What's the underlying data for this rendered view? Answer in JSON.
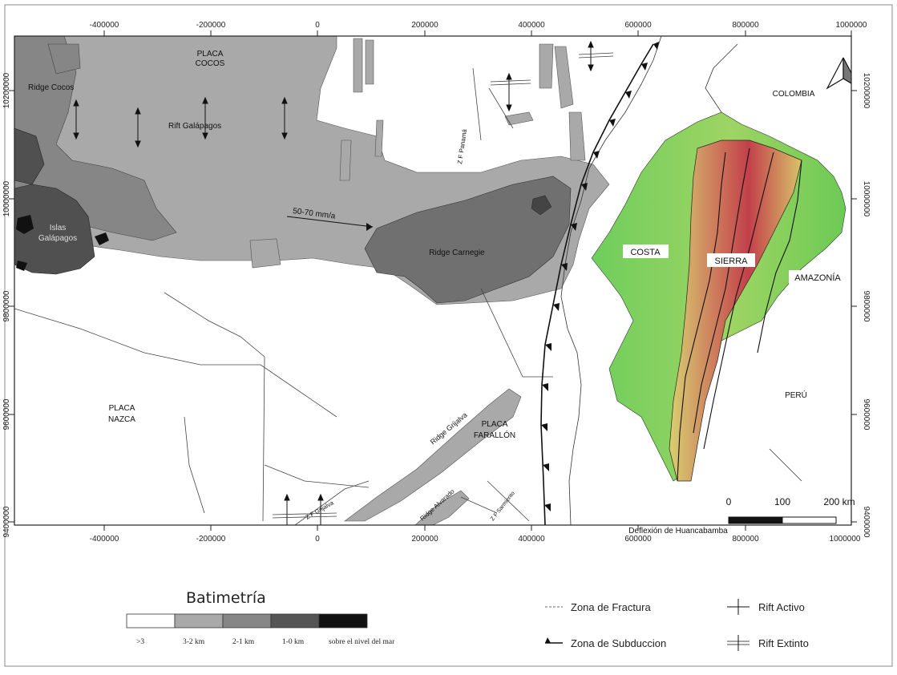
{
  "axes": {
    "top_x_ticks": [
      "-400000",
      "-200000",
      "0",
      "200000",
      "400000",
      "600000",
      "800000",
      "1000000"
    ],
    "bottom_x_ticks": [
      "-400000",
      "-200000",
      "0",
      "200000",
      "400000",
      "600000",
      "800000",
      "1000000"
    ],
    "left_y_ticks": [
      "10200000",
      "10000000",
      "9800000",
      "9600000",
      "9400000"
    ],
    "right_y_ticks": [
      "10200000",
      "10000000",
      "9800000",
      "9600000",
      "9400000"
    ]
  },
  "labels": {
    "placa_cocos": [
      "PLACA",
      "COCOS"
    ],
    "ridge_cocos": "Ridge Cocos",
    "rift_galapagos": "Rift Galápagos",
    "islas_galapagos": [
      "Islas",
      "Galápagos"
    ],
    "velocity": "50-70 mm/a",
    "ridge_carnegie": "Ridge Carnegie",
    "zf_panama": "Z F Panamá",
    "placa_nazca": [
      "PLACA",
      "NAZCA"
    ],
    "ridge_grijalva": "Ridge Grijalva",
    "placa_farallon": [
      "PLACA",
      "FARALLÓN"
    ],
    "zf_grijalva": "Z F Grijalva",
    "ridge_alvarado": "Ridge Alvarado",
    "zf_sarmiento": "Z F Sarmiento",
    "colombia": "COLOMBIA",
    "costa": "COSTA",
    "sierra": "SIERRA",
    "amazonia": "AMAZONÍA",
    "peru": "PERÚ",
    "deflexion": "Deflexión de Huancabamba"
  },
  "scale_bar": {
    "labels": [
      "0",
      "100",
      "200 km"
    ]
  },
  "north_arrow": "north-arrow",
  "legend": {
    "batimetria_title": "Batimetría",
    "batimetria_classes": [
      {
        "label": ">3",
        "color": "#ffffff"
      },
      {
        "label": "3-2 km",
        "color": "#a9a9a9"
      },
      {
        "label": "2-1 km",
        "color": "#868686"
      },
      {
        "label": "1-0 km",
        "color": "#555555"
      },
      {
        "label": "sobre el nivel del mar",
        "color": "#111111"
      }
    ],
    "zona_fractura": "Zona de Fractura",
    "zona_subduccion": "Zona de Subduccion",
    "rift_activo": "Rift Activo",
    "rift_extinto": "Rift Extinto"
  }
}
